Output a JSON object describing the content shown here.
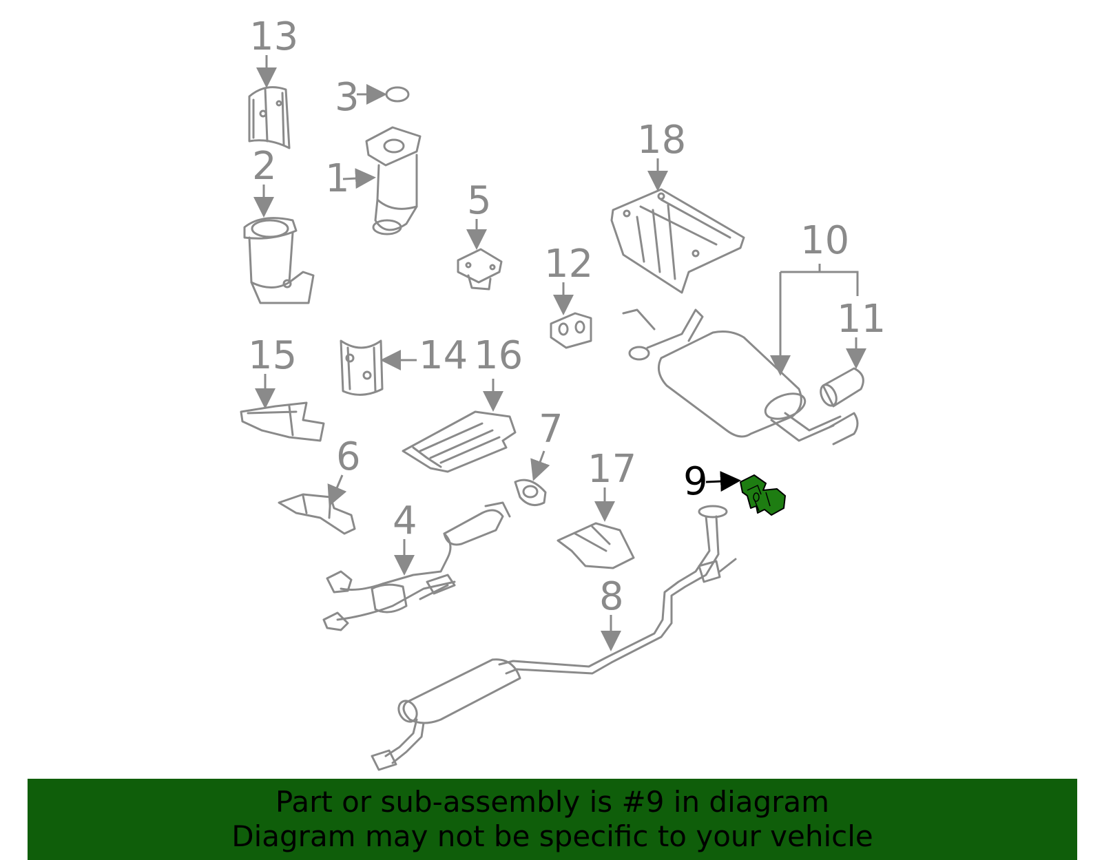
{
  "callouts": {
    "c1": "1",
    "c2": "2",
    "c3": "3",
    "c4": "4",
    "c5": "5",
    "c6": "6",
    "c7": "7",
    "c8": "8",
    "c9": "9",
    "c10": "10",
    "c11": "11",
    "c12": "12",
    "c13": "13",
    "c14": "14",
    "c15": "15",
    "c16": "16",
    "c17": "17",
    "c18": "18"
  },
  "highlight": {
    "part_number": "9",
    "color": "#1e7d12"
  },
  "colors": {
    "line": "#8a8a8a",
    "banner": "#0f5e0a",
    "banner_text": "#000000"
  },
  "banner": {
    "line1": "Part or sub-assembly is #9 in diagram",
    "line2": "Diagram may not be specific to your vehicle"
  }
}
